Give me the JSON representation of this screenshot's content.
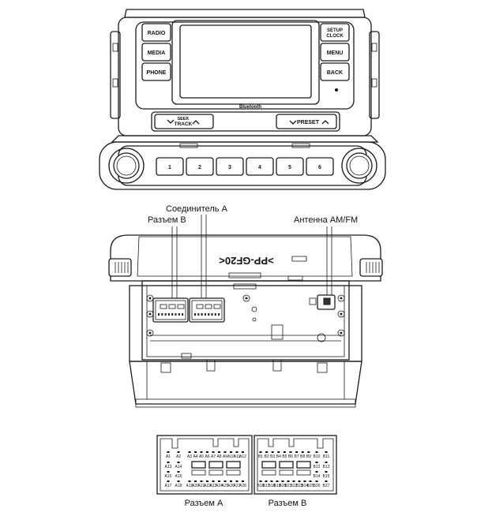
{
  "head_unit": {
    "left_buttons": [
      "RADIO",
      "MEDIA",
      "PHONE"
    ],
    "right_buttons": [
      {
        "line1": "SETUP",
        "line2": "CLOCK"
      },
      {
        "line1": "MENU",
        "line2": ""
      },
      {
        "line1": "BACK",
        "line2": ""
      }
    ],
    "bluetooth_label": "Bluetooth",
    "seek_label_1": "SEEK",
    "seek_label_2": "TRACK",
    "preset_label": "PRESET",
    "preset_buttons": [
      "1",
      "2",
      "3",
      "4",
      "5",
      "6"
    ]
  },
  "rear_view": {
    "callout_connector_a": "Соединитель A",
    "callout_connector_b": "Разъем B",
    "callout_antenna": "Антенна AM/FM",
    "housing_marking": ">PP-GF20<"
  },
  "pinout": {
    "connector_a": {
      "caption": "Разъем A",
      "row1_left": [
        "A1",
        "A2"
      ],
      "row1_mid": [
        "A3",
        "A4",
        "A5",
        "A6",
        "A7",
        "A8",
        "A9",
        "A10",
        "A11",
        "A12"
      ],
      "row2_left": [
        "A13",
        "A14"
      ],
      "row3_left": [
        "A15",
        "A16"
      ],
      "row4_left": [
        "A17",
        "A18"
      ],
      "row4_mid": [
        "A19",
        "A20",
        "A21",
        "A22",
        "A23",
        "A24",
        "A25",
        "A26",
        "A27",
        "A28"
      ]
    },
    "connector_b": {
      "caption": "Разъем B",
      "row1_mid": [
        "B1",
        "B2",
        "B3",
        "B4",
        "B5",
        "B6",
        "B7",
        "B8",
        "B9"
      ],
      "row1_right": [
        "B10",
        "B11"
      ],
      "row2_right": [
        "B12",
        "B13"
      ],
      "row3_right": [
        "B14",
        "B15"
      ],
      "row4_mid": [
        "B16",
        "B17",
        "B18",
        "B19",
        "B20",
        "B21",
        "B22",
        "B23",
        "B24",
        "B25"
      ],
      "row4_right": [
        "B26",
        "B27"
      ]
    }
  }
}
